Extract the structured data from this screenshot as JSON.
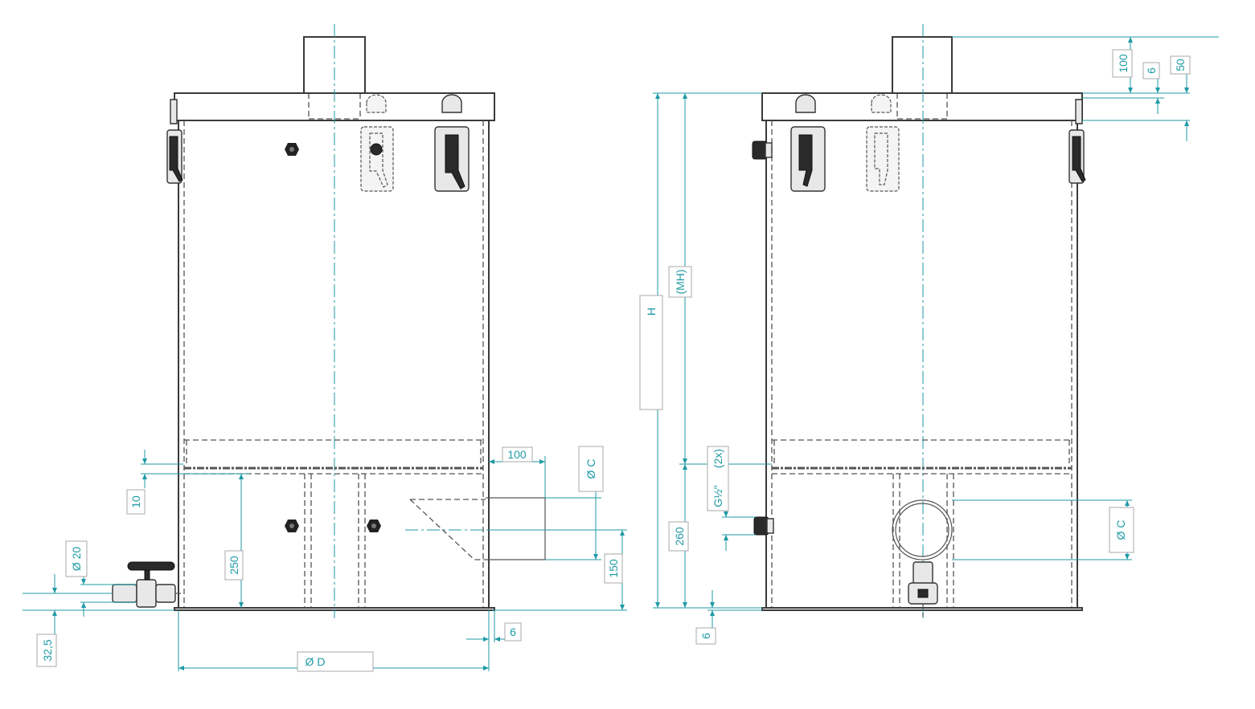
{
  "dimensions": {
    "d_100_outlet": "100",
    "d_dia_c_left": "Ø C",
    "d_10": "10",
    "d_dia_20": "Ø 20",
    "d_250": "250",
    "d_150": "150",
    "d_32_5": "32,5",
    "d_6_bottom_left": "6",
    "d_dia_d": "Ø D",
    "d_h": "H",
    "d_mh": "(MH)",
    "d_2x": "(2x)",
    "d_g_half": "G½\"",
    "d_260": "260",
    "d_6_bottom_right": "6",
    "d_100_top": "100",
    "d_6_top": "6",
    "d_50_top": "50",
    "d_dia_c_right": "Ø C"
  },
  "colors": {
    "dimension": "#1f9aa6",
    "outline": "#3a3a3a"
  }
}
